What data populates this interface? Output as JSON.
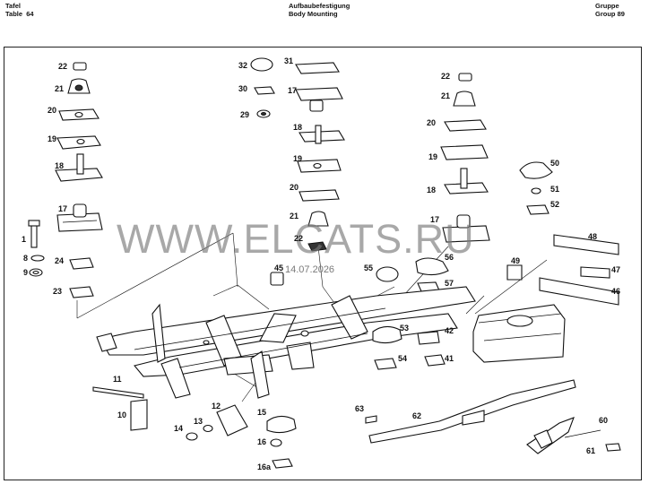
{
  "header": {
    "table_de": "Tafel",
    "table_en": "Table",
    "table_no": "64",
    "title_de": "Aufbaubefestigung",
    "title_en": "Body Mounting",
    "group_de": "Gruppe",
    "group_en": "Group",
    "group_no": "89"
  },
  "watermark": {
    "text": "WWW.ELCATS.RU",
    "date": "14.07.2026"
  },
  "callouts": {
    "c1": "1",
    "c8": "8",
    "c9": "9",
    "c10": "10",
    "c11": "11",
    "c12": "12",
    "c13": "13",
    "c14": "14",
    "c15": "15",
    "c16": "16",
    "c16a": "16a",
    "c17a": "17",
    "c17b": "17",
    "c17c": "17",
    "c18a": "18",
    "c18b": "18",
    "c18c": "18",
    "c19a": "19",
    "c19b": "19",
    "c19c": "19",
    "c20a": "20",
    "c20b": "20",
    "c20c": "20",
    "c21a": "21",
    "c21b": "21",
    "c22a": "22",
    "c22b": "22",
    "c22c": "22",
    "c23": "23",
    "c24": "24",
    "c29": "29",
    "c30": "30",
    "c31": "31",
    "c32": "32",
    "c41": "41",
    "c42": "42",
    "c45": "45",
    "c46": "46",
    "c47": "47",
    "c48": "48",
    "c49": "49",
    "c50": "50",
    "c51": "51",
    "c52": "52",
    "c53": "53",
    "c54": "54",
    "c55": "55",
    "c56": "56",
    "c57": "57",
    "c60": "60",
    "c61": "61",
    "c62": "62",
    "c63": "63"
  }
}
